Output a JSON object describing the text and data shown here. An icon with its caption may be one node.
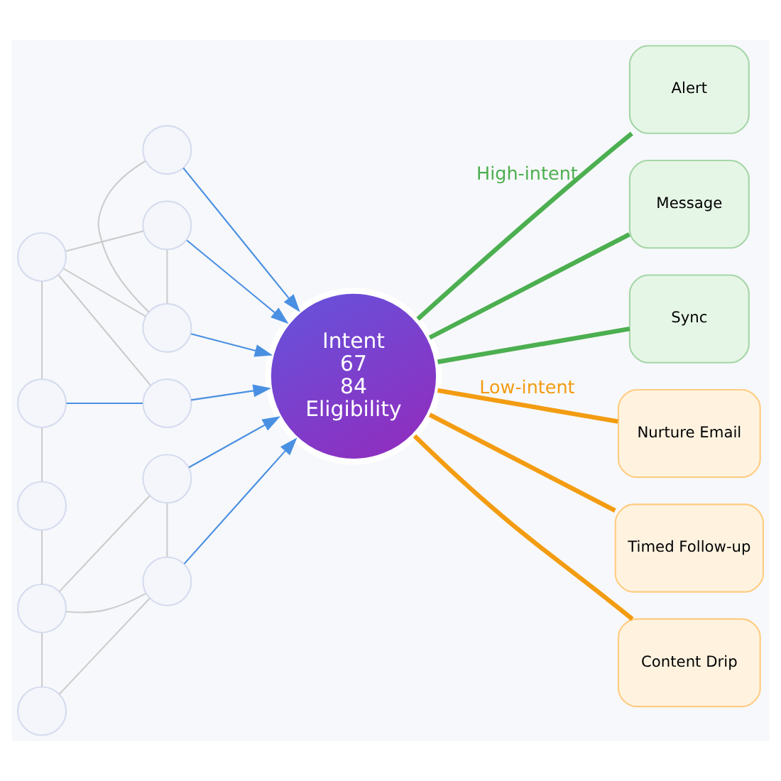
{
  "diagram": {
    "nodes": [
      {
        "text": [],
        "shape": "circle"
      },
      {
        "text": [],
        "shape": "circle"
      },
      {
        "text": [],
        "shape": "circle"
      },
      {
        "text": [],
        "shape": "circle"
      },
      {
        "text": [],
        "shape": "circle"
      },
      {
        "text": [],
        "shape": "circle"
      },
      {
        "text": [],
        "shape": "circle"
      },
      {
        "text": [],
        "shape": "circle"
      },
      {
        "text": [],
        "shape": "circle"
      },
      {
        "text": [],
        "shape": "circle"
      },
      {
        "text": [],
        "shape": "circle"
      },
      {
        "text": [
          "Intent",
          "67",
          "84",
          "Eligibility"
        ]
      },
      {
        "text": [
          "Alert"
        ]
      },
      {
        "text": [
          "Message"
        ]
      },
      {
        "text": [
          "Sync"
        ]
      },
      {
        "text": [
          "Nurture Email"
        ]
      },
      {
        "text": [
          "Timed Follow-up"
        ]
      },
      {
        "text": [
          "Content Drip"
        ]
      }
    ],
    "edges": [
      {
        "from": 0,
        "to": 11,
        "arrow": "to",
        "color": "#4a90e2"
      },
      {
        "from": 2,
        "to": 11,
        "arrow": "to",
        "color": "#4a90e2"
      },
      {
        "from": 1,
        "to": 11,
        "arrow": "to",
        "color": "#4a90e2"
      },
      {
        "from": 4,
        "to": 5,
        "arrow": "none",
        "color": "#4a90e2"
      },
      {
        "from": 5,
        "to": 11,
        "arrow": "to",
        "color": "#4a90e2"
      },
      {
        "from": 7,
        "to": 11,
        "arrow": "to",
        "color": "#4a90e2"
      },
      {
        "from": 9,
        "to": 11,
        "arrow": "to",
        "color": "#4a90e2"
      },
      {
        "from": 0,
        "to": 2,
        "arrow": "none",
        "color": "#cccccc"
      },
      {
        "from": 1,
        "to": 2,
        "arrow": "none",
        "color": "#cccccc"
      },
      {
        "from": 1,
        "to": 3,
        "arrow": "none",
        "color": "#cccccc"
      },
      {
        "from": 2,
        "to": 3,
        "arrow": "none",
        "color": "#cccccc"
      },
      {
        "from": 3,
        "to": 4,
        "arrow": "none",
        "color": "#cccccc"
      },
      {
        "from": 3,
        "to": 5,
        "arrow": "none",
        "color": "#cccccc"
      },
      {
        "from": 4,
        "to": 6,
        "arrow": "none",
        "color": "#cccccc"
      },
      {
        "from": 6,
        "to": 8,
        "arrow": "none",
        "color": "#cccccc"
      },
      {
        "from": 7,
        "to": 8,
        "arrow": "none",
        "color": "#cccccc"
      },
      {
        "from": 7,
        "to": 9,
        "arrow": "none",
        "color": "#cccccc"
      },
      {
        "from": 8,
        "to": 9,
        "arrow": "none",
        "color": "#cccccc"
      },
      {
        "from": 8,
        "to": 10,
        "arrow": "none",
        "color": "#cccccc"
      },
      {
        "from": 9,
        "to": 10,
        "arrow": "none",
        "color": "#cccccc"
      },
      {
        "from": 11,
        "to": 12,
        "label": "High-intent",
        "arrow": "none",
        "style": "thick",
        "color": "#4caf50"
      },
      {
        "from": 11,
        "to": 13,
        "arrow": "none",
        "style": "thick",
        "color": "#4caf50"
      },
      {
        "from": 11,
        "to": 14,
        "arrow": "none",
        "style": "thick",
        "color": "#4caf50"
      },
      {
        "from": 11,
        "to": 15,
        "label": "Low-intent",
        "arrow": "none",
        "style": "thick",
        "color": "#f39c12"
      },
      {
        "from": 11,
        "to": 16,
        "arrow": "none",
        "style": "thick",
        "color": "#f39c12"
      },
      {
        "from": 11,
        "to": 17,
        "arrow": "none",
        "style": "thick",
        "color": "#f39c12"
      }
    ]
  }
}
